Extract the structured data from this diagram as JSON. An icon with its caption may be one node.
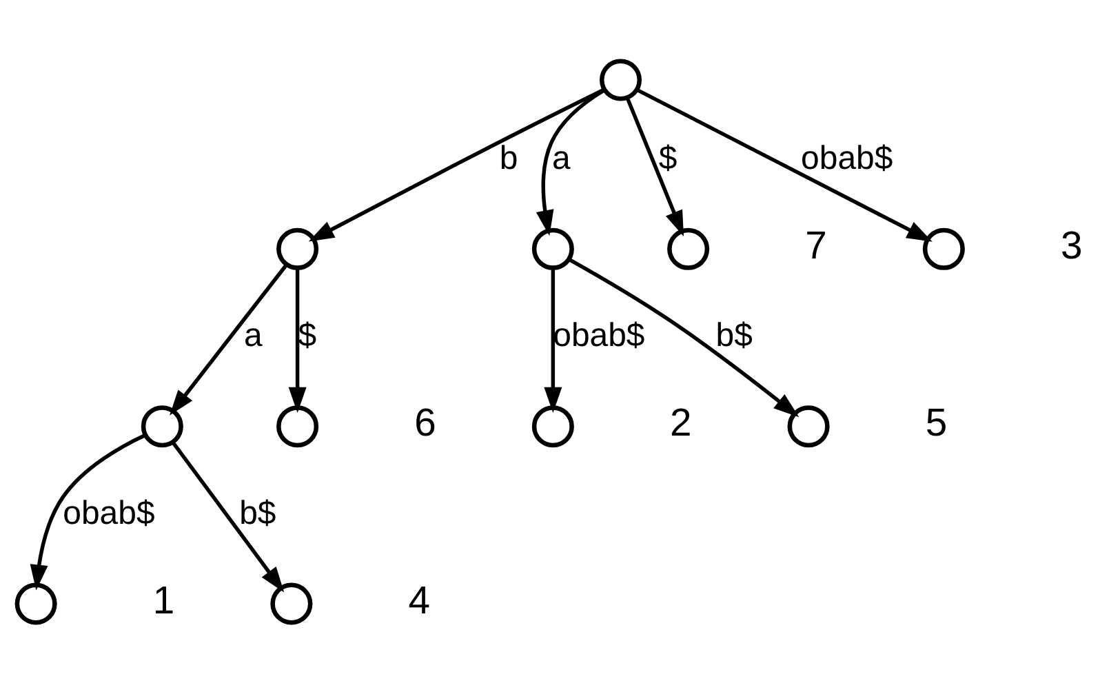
{
  "diagram": {
    "nodes": [
      {
        "text": [],
        "shape": "circle"
      },
      {
        "text": [],
        "shape": "circle"
      },
      {
        "text": [],
        "shape": "circle"
      },
      {
        "text": [],
        "shape": "circle",
        "beside": [
          "7"
        ]
      },
      {
        "text": [],
        "shape": "circle"
      },
      {
        "text": [],
        "shape": "circle",
        "beside": [
          "6"
        ]
      },
      {
        "text": [],
        "shape": "circle",
        "beside": [
          "1"
        ]
      },
      {
        "text": [],
        "shape": "circle",
        "beside": [
          "4"
        ]
      },
      {
        "text": [],
        "shape": "circle",
        "beside": [
          "2"
        ]
      },
      {
        "text": [],
        "shape": "circle",
        "beside": [
          "5"
        ]
      },
      {
        "text": [],
        "shape": "circle",
        "beside": [
          "3"
        ]
      }
    ],
    "edges": [
      {
        "from": 0,
        "to": 1,
        "arrow": "to",
        "label": "b"
      },
      {
        "from": 0,
        "to": 2,
        "arrow": "to",
        "label": "a"
      },
      {
        "from": 0,
        "to": 10,
        "arrow": "to",
        "label": "obab$"
      },
      {
        "from": 0,
        "to": 3,
        "arrow": "to",
        "label": "$"
      },
      {
        "from": 1,
        "to": 4,
        "arrow": "to",
        "label": "a"
      },
      {
        "from": 1,
        "to": 5,
        "arrow": "to",
        "label": "$"
      },
      {
        "from": 4,
        "to": 6,
        "arrow": "to",
        "label": "obab$"
      },
      {
        "from": 4,
        "to": 7,
        "arrow": "to",
        "label": "b$"
      },
      {
        "from": 2,
        "to": 8,
        "arrow": "to",
        "label": "obab$"
      },
      {
        "from": 2,
        "to": 9,
        "arrow": "to",
        "label": "b$"
      }
    ]
  }
}
